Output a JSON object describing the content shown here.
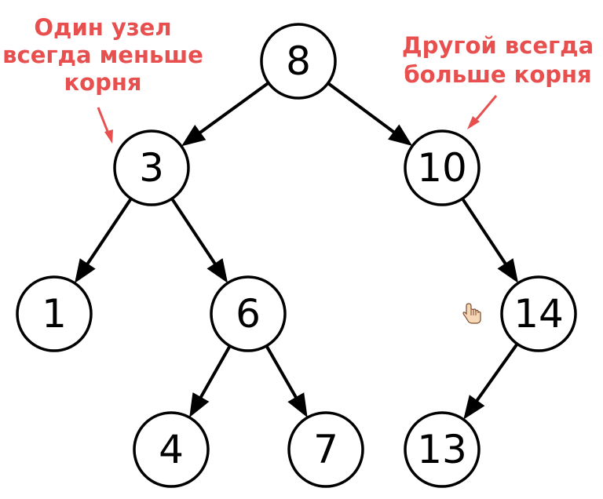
{
  "nodes": [
    {
      "id": "n8",
      "label": "8"
    },
    {
      "id": "n3",
      "label": "3"
    },
    {
      "id": "n10",
      "label": "10"
    },
    {
      "id": "n1",
      "label": "1"
    },
    {
      "id": "n6",
      "label": "6"
    },
    {
      "id": "n14",
      "label": "14"
    },
    {
      "id": "n4",
      "label": "4"
    },
    {
      "id": "n7",
      "label": "7"
    },
    {
      "id": "n13",
      "label": "13"
    }
  ],
  "edges": [
    {
      "from": "8",
      "to": "3"
    },
    {
      "from": "8",
      "to": "10"
    },
    {
      "from": "3",
      "to": "1"
    },
    {
      "from": "3",
      "to": "6"
    },
    {
      "from": "10",
      "to": "14"
    },
    {
      "from": "6",
      "to": "4"
    },
    {
      "from": "6",
      "to": "7"
    },
    {
      "from": "14",
      "to": "13"
    }
  ],
  "annotations": {
    "left": {
      "lines": [
        "Один узел",
        "всегда меньше",
        "корня"
      ]
    },
    "right": {
      "lines": [
        "Другой всегда",
        "больше корня"
      ]
    }
  },
  "colors": {
    "annotation": "#e8504f",
    "node_stroke": "#000000",
    "edge": "#000000"
  },
  "cursor_icon": "hand-pointer-icon"
}
